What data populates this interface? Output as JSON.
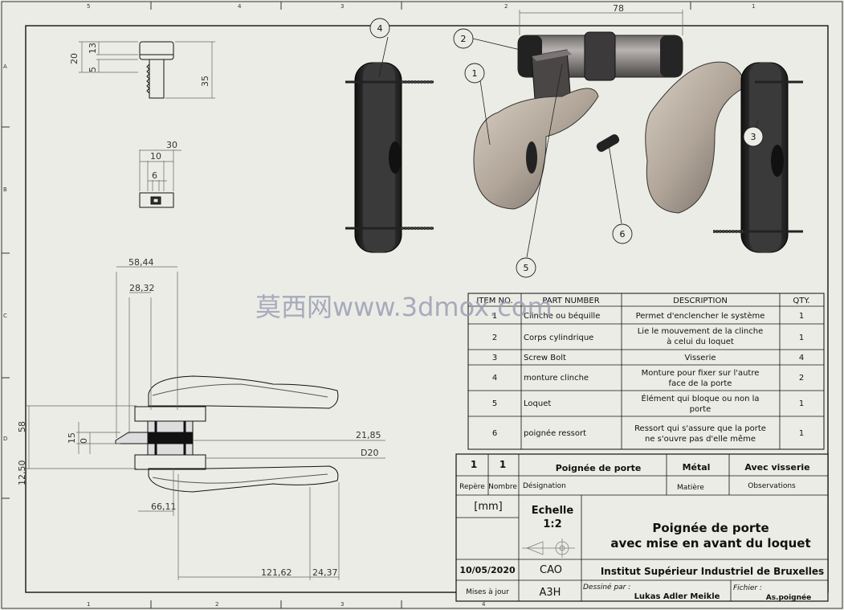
{
  "watermark": "莫西网www.3dmox.com",
  "frame": {
    "top_zone_markers": [
      "5",
      "4",
      "3",
      "2",
      "1"
    ],
    "left_zone_markers": [
      "A",
      "B",
      "C",
      "D"
    ],
    "bottom_zone_markers": [
      "1",
      "2",
      "3",
      "4"
    ]
  },
  "dimensions": {
    "top_width": "78",
    "knob_heights": [
      "20",
      "13",
      "5"
    ],
    "knob_shaft": "35",
    "plate_width_outer": "30",
    "plate_width_mid": "10",
    "plate_width_inner": "6",
    "side_58_44": "58,44",
    "side_28_32": "28,32",
    "side_58": "58",
    "side_15": "15",
    "side_0": "0",
    "side_12_50": "12,50",
    "side_21_85": "21,85",
    "side_D20": "D20",
    "side_66_11": "66,11",
    "side_121_62": "121,62",
    "side_24_37": "24,37"
  },
  "balloons": [
    "1",
    "2",
    "3",
    "4",
    "5",
    "6"
  ],
  "bom": {
    "headers": [
      "ITEM NO.",
      "PART NUMBER",
      "DESCRIPTION",
      "QTY."
    ],
    "rows": [
      {
        "item": "1",
        "part": "Clinche ou béquille",
        "desc": [
          "Permet d'enclencher le système"
        ],
        "qty": "1"
      },
      {
        "item": "2",
        "part": "Corps cylindrique",
        "desc": [
          "Lie le mouvement de la clinche",
          "à celui du loquet"
        ],
        "qty": "1"
      },
      {
        "item": "3",
        "part": "Screw Bolt",
        "desc": [
          "Visserie"
        ],
        "qty": "4"
      },
      {
        "item": "4",
        "part": "monture clinche",
        "desc": [
          "Monture pour fixer sur l'autre",
          "face de la porte"
        ],
        "qty": "2"
      },
      {
        "item": "5",
        "part": "Loquet",
        "desc": [
          "Élément qui bloque ou non la",
          "porte"
        ],
        "qty": "1"
      },
      {
        "item": "6",
        "part": "poignée ressort",
        "desc": [
          "Ressort qui s'assure que la porte",
          "ne s'ouvre pas d'elle même"
        ],
        "qty": "1"
      }
    ]
  },
  "title_block": {
    "rep_value": "1",
    "nombre_value": "1",
    "designation_value": "Poignée de porte",
    "matiere_value": "Métal",
    "observations_value": "Avec visserie",
    "rep_label": "Repère",
    "nombre_label": "Nombre",
    "designation_label": "Désignation",
    "matiere_label": "Matière",
    "observations_label": "Observations",
    "units": "[mm]",
    "scale_label": "Echelle",
    "scale_value": "1:2",
    "title_line1": "Poignée de porte",
    "title_line2": "avec mise en avant du loquet",
    "date": "10/05/2020",
    "cao": "CAO",
    "institute": "Institut Supérieur Industriel de Bruxelles",
    "mises_a_jour": "Mises à jour",
    "format": "A3H",
    "dessine_par_label": "Dessiné par :",
    "dessine_par_value": "Lukas Adler Meikle",
    "fichier_label": "Fichier :",
    "fichier_value": "As.poignée"
  },
  "colors": {
    "background": "#ecece6",
    "line": "#111111",
    "dim_line": "#555555",
    "metal_dark": "#2b2b2b",
    "metal_tan": "#b0a598",
    "metal_grey": "#8a8684",
    "watermark": "#9aa0b4"
  }
}
